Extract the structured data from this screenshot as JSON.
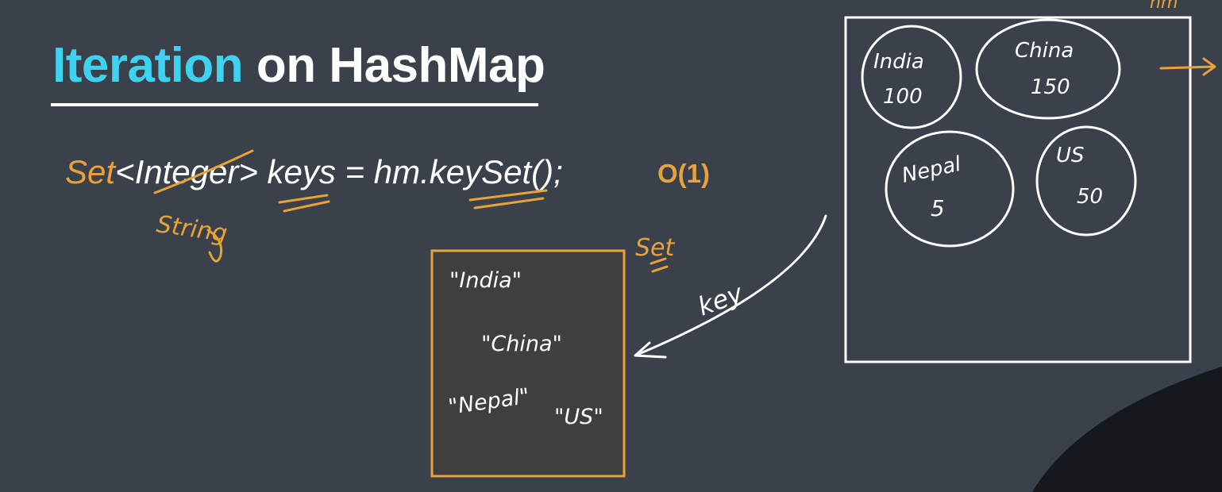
{
  "slide": {
    "title_part1": "Iteration",
    "title_part2": "on HashMap",
    "code": {
      "set_keyword": "Set",
      "generic": "<Integer>",
      "rest": " keys = hm.keySet();"
    },
    "complexity": "O(1)"
  },
  "annotations": {
    "string_note": "String",
    "set_label": "Set",
    "key_label": "key",
    "hm_label": "hm"
  },
  "set_box": {
    "items": [
      "\"India\"",
      "\"China\"",
      "\"Nepal\"",
      "\"US\""
    ]
  },
  "hashmap": {
    "entries": [
      {
        "key": "India",
        "value": "100"
      },
      {
        "key": "China",
        "value": "150"
      },
      {
        "key": "Nepal",
        "value": "5"
      },
      {
        "key": "US",
        "value": "50"
      }
    ]
  },
  "colors": {
    "background": "#3a414a",
    "title_accent": "#3ed2f0",
    "annotation_orange": "#e8a23a",
    "ink_white": "#ffffff",
    "set_box_fill": "#3f3f3f"
  }
}
